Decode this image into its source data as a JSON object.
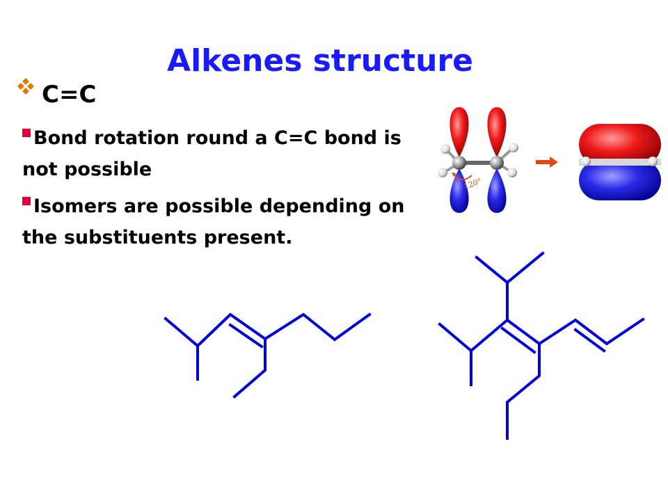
{
  "slide": {
    "title": "Alkenes  structure",
    "heading": "C=C",
    "bullets": [
      "Bond rotation round a C=C bond is not possible",
      "Isomers are possible depending on the substituents present."
    ],
    "orbital_angle_label": "120°"
  },
  "colors": {
    "title": "#1a1aff",
    "heading_bullet": "#e07a00",
    "square_bullet": "#e0003c",
    "structure_lines": "#0000dd",
    "lobe_top": "#e8101a",
    "lobe_bottom": "#2a2ae0",
    "arrow": "#e04a10"
  },
  "icons": {
    "heading_bullet": "diamond-cluster-icon",
    "list_bullet": "square-bullet-icon",
    "reaction_arrow": "right-arrow-icon"
  }
}
